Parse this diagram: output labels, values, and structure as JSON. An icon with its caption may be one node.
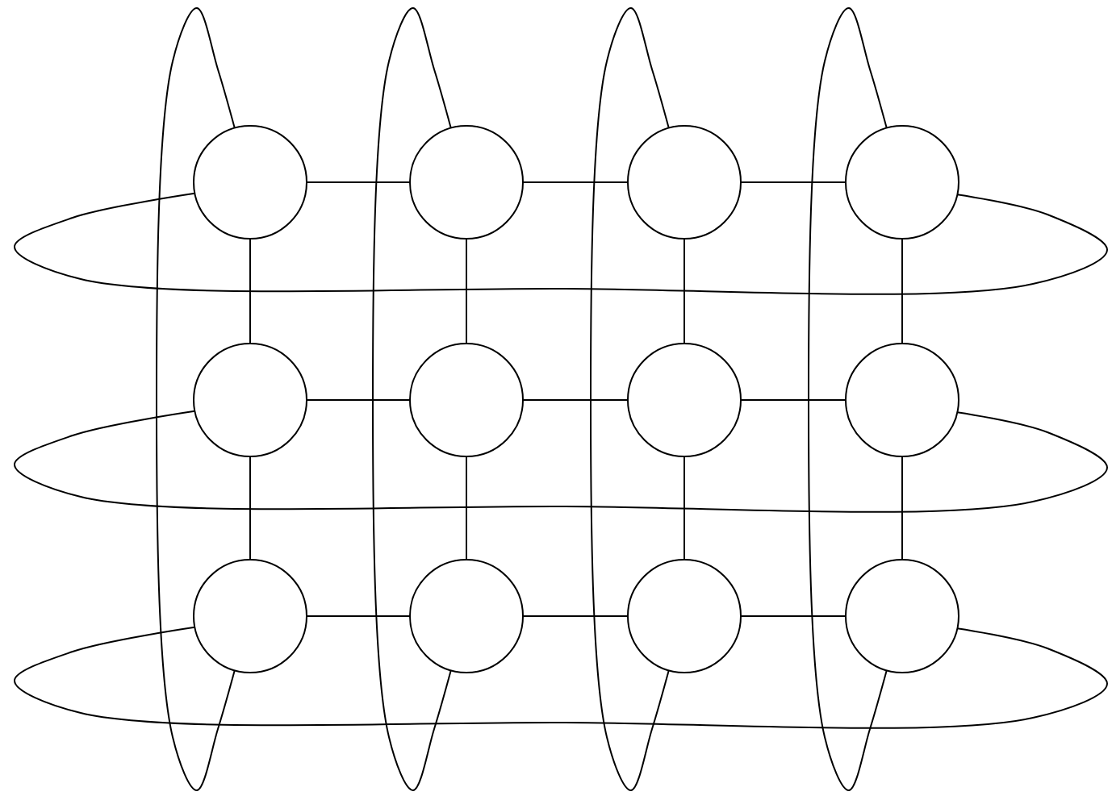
{
  "diagram": {
    "nodes": [
      {
        "text": [],
        "shape": "circle"
      },
      {
        "text": [],
        "shape": "circle"
      },
      {
        "text": [],
        "shape": "circle"
      },
      {
        "text": [],
        "shape": "circle"
      },
      {
        "text": [],
        "shape": "circle"
      },
      {
        "text": [],
        "shape": "circle"
      },
      {
        "text": [],
        "shape": "circle"
      },
      {
        "text": [],
        "shape": "circle"
      },
      {
        "text": [],
        "shape": "circle"
      },
      {
        "text": [],
        "shape": "circle"
      },
      {
        "text": [],
        "shape": "circle"
      },
      {
        "text": [],
        "shape": "circle"
      }
    ],
    "edges": [
      {
        "from": 0,
        "to": 1,
        "arrow": "none"
      },
      {
        "from": 1,
        "to": 2,
        "arrow": "none"
      },
      {
        "from": 2,
        "to": 3,
        "arrow": "none"
      },
      {
        "from": 4,
        "to": 5,
        "arrow": "none"
      },
      {
        "from": 5,
        "to": 6,
        "arrow": "none"
      },
      {
        "from": 6,
        "to": 7,
        "arrow": "none"
      },
      {
        "from": 8,
        "to": 9,
        "arrow": "none"
      },
      {
        "from": 9,
        "to": 10,
        "arrow": "none"
      },
      {
        "from": 10,
        "to": 11,
        "arrow": "none"
      },
      {
        "from": 0,
        "to": 4,
        "arrow": "none"
      },
      {
        "from": 4,
        "to": 8,
        "arrow": "none"
      },
      {
        "from": 1,
        "to": 5,
        "arrow": "none"
      },
      {
        "from": 5,
        "to": 9,
        "arrow": "none"
      },
      {
        "from": 2,
        "to": 6,
        "arrow": "none"
      },
      {
        "from": 6,
        "to": 10,
        "arrow": "none"
      },
      {
        "from": 3,
        "to": 7,
        "arrow": "none"
      },
      {
        "from": 7,
        "to": 11,
        "arrow": "none"
      },
      {
        "from": 3,
        "to": 0,
        "arrow": "none"
      },
      {
        "from": 7,
        "to": 4,
        "arrow": "none"
      },
      {
        "from": 11,
        "to": 8,
        "arrow": "none"
      },
      {
        "from": 0,
        "to": 8,
        "arrow": "none"
      },
      {
        "from": 1,
        "to": 9,
        "arrow": "none"
      },
      {
        "from": 2,
        "to": 10,
        "arrow": "none"
      },
      {
        "from": 3,
        "to": 11,
        "arrow": "none"
      }
    ]
  }
}
